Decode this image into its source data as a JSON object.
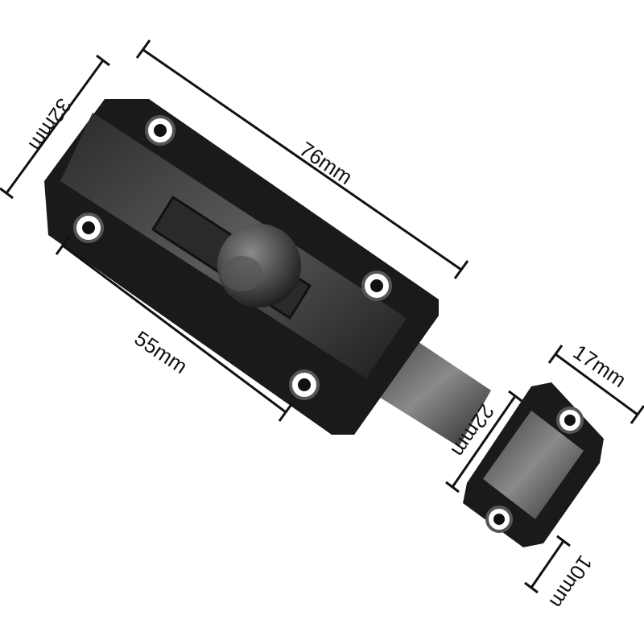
{
  "dimensions": {
    "length": "76mm",
    "width": "32mm",
    "hole_spacing": "55mm",
    "keeper_width": "17mm",
    "keeper_length": "22mm",
    "keeper_depth": "10mm"
  },
  "colors": {
    "metal_dark": "#1a1a1a",
    "metal_mid": "#4a4a4a",
    "metal_light": "#8a8a8a",
    "line": "#111111"
  }
}
